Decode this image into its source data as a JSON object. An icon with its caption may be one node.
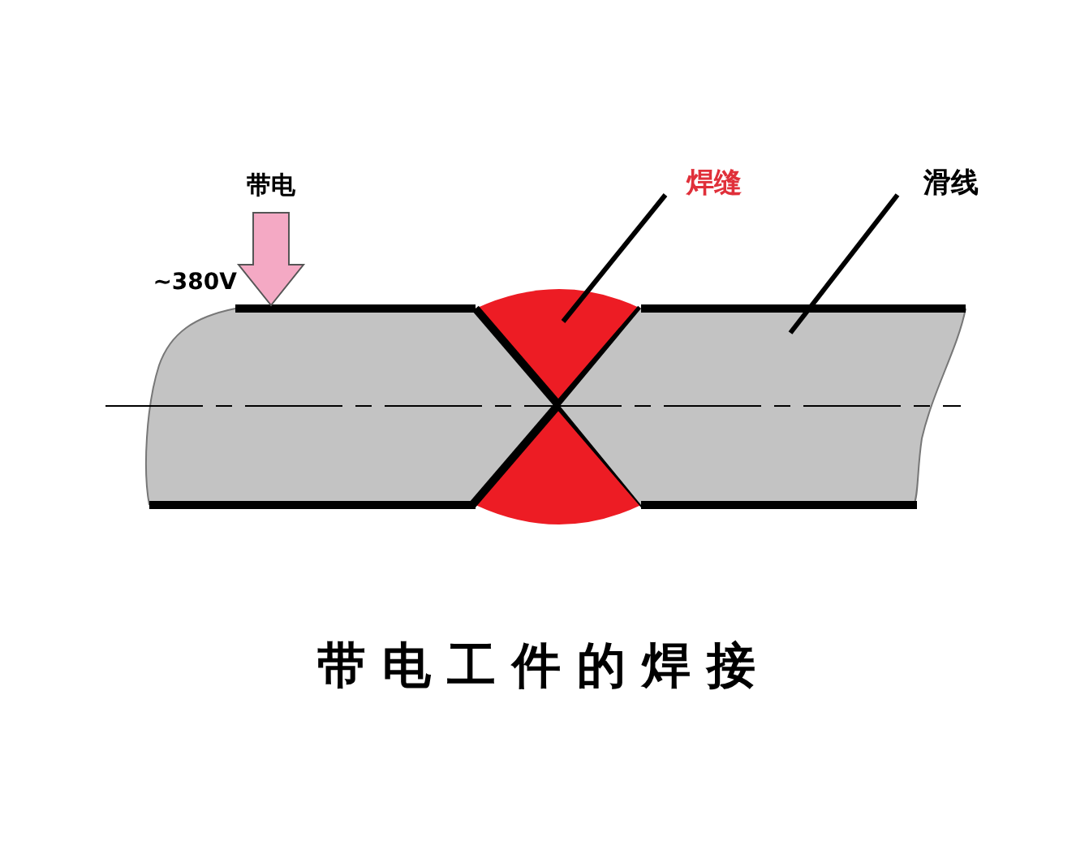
{
  "diagram": {
    "caption": "带电工件的焊接",
    "nodes": [
      {
        "text": [
          "带电"
        ]
      },
      {
        "text": [
          "焊缝"
        ]
      },
      {
        "text": [
          "滑线"
        ]
      },
      {
        "text": [],
        "shape": "bar"
      },
      {
        "text": [],
        "shape": "box"
      },
      {
        "text": [],
        "shape": "bar"
      }
    ],
    "edges": [
      {
        "from": 0,
        "to": 3,
        "arrow": "to",
        "style": "thick",
        "color": "#f4a9c4"
      },
      {
        "from": 1,
        "to": 4,
        "arrow": "none"
      },
      {
        "from": 2,
        "to": 5,
        "arrow": "none"
      }
    ],
    "labels": [
      "~380V"
    ]
  }
}
